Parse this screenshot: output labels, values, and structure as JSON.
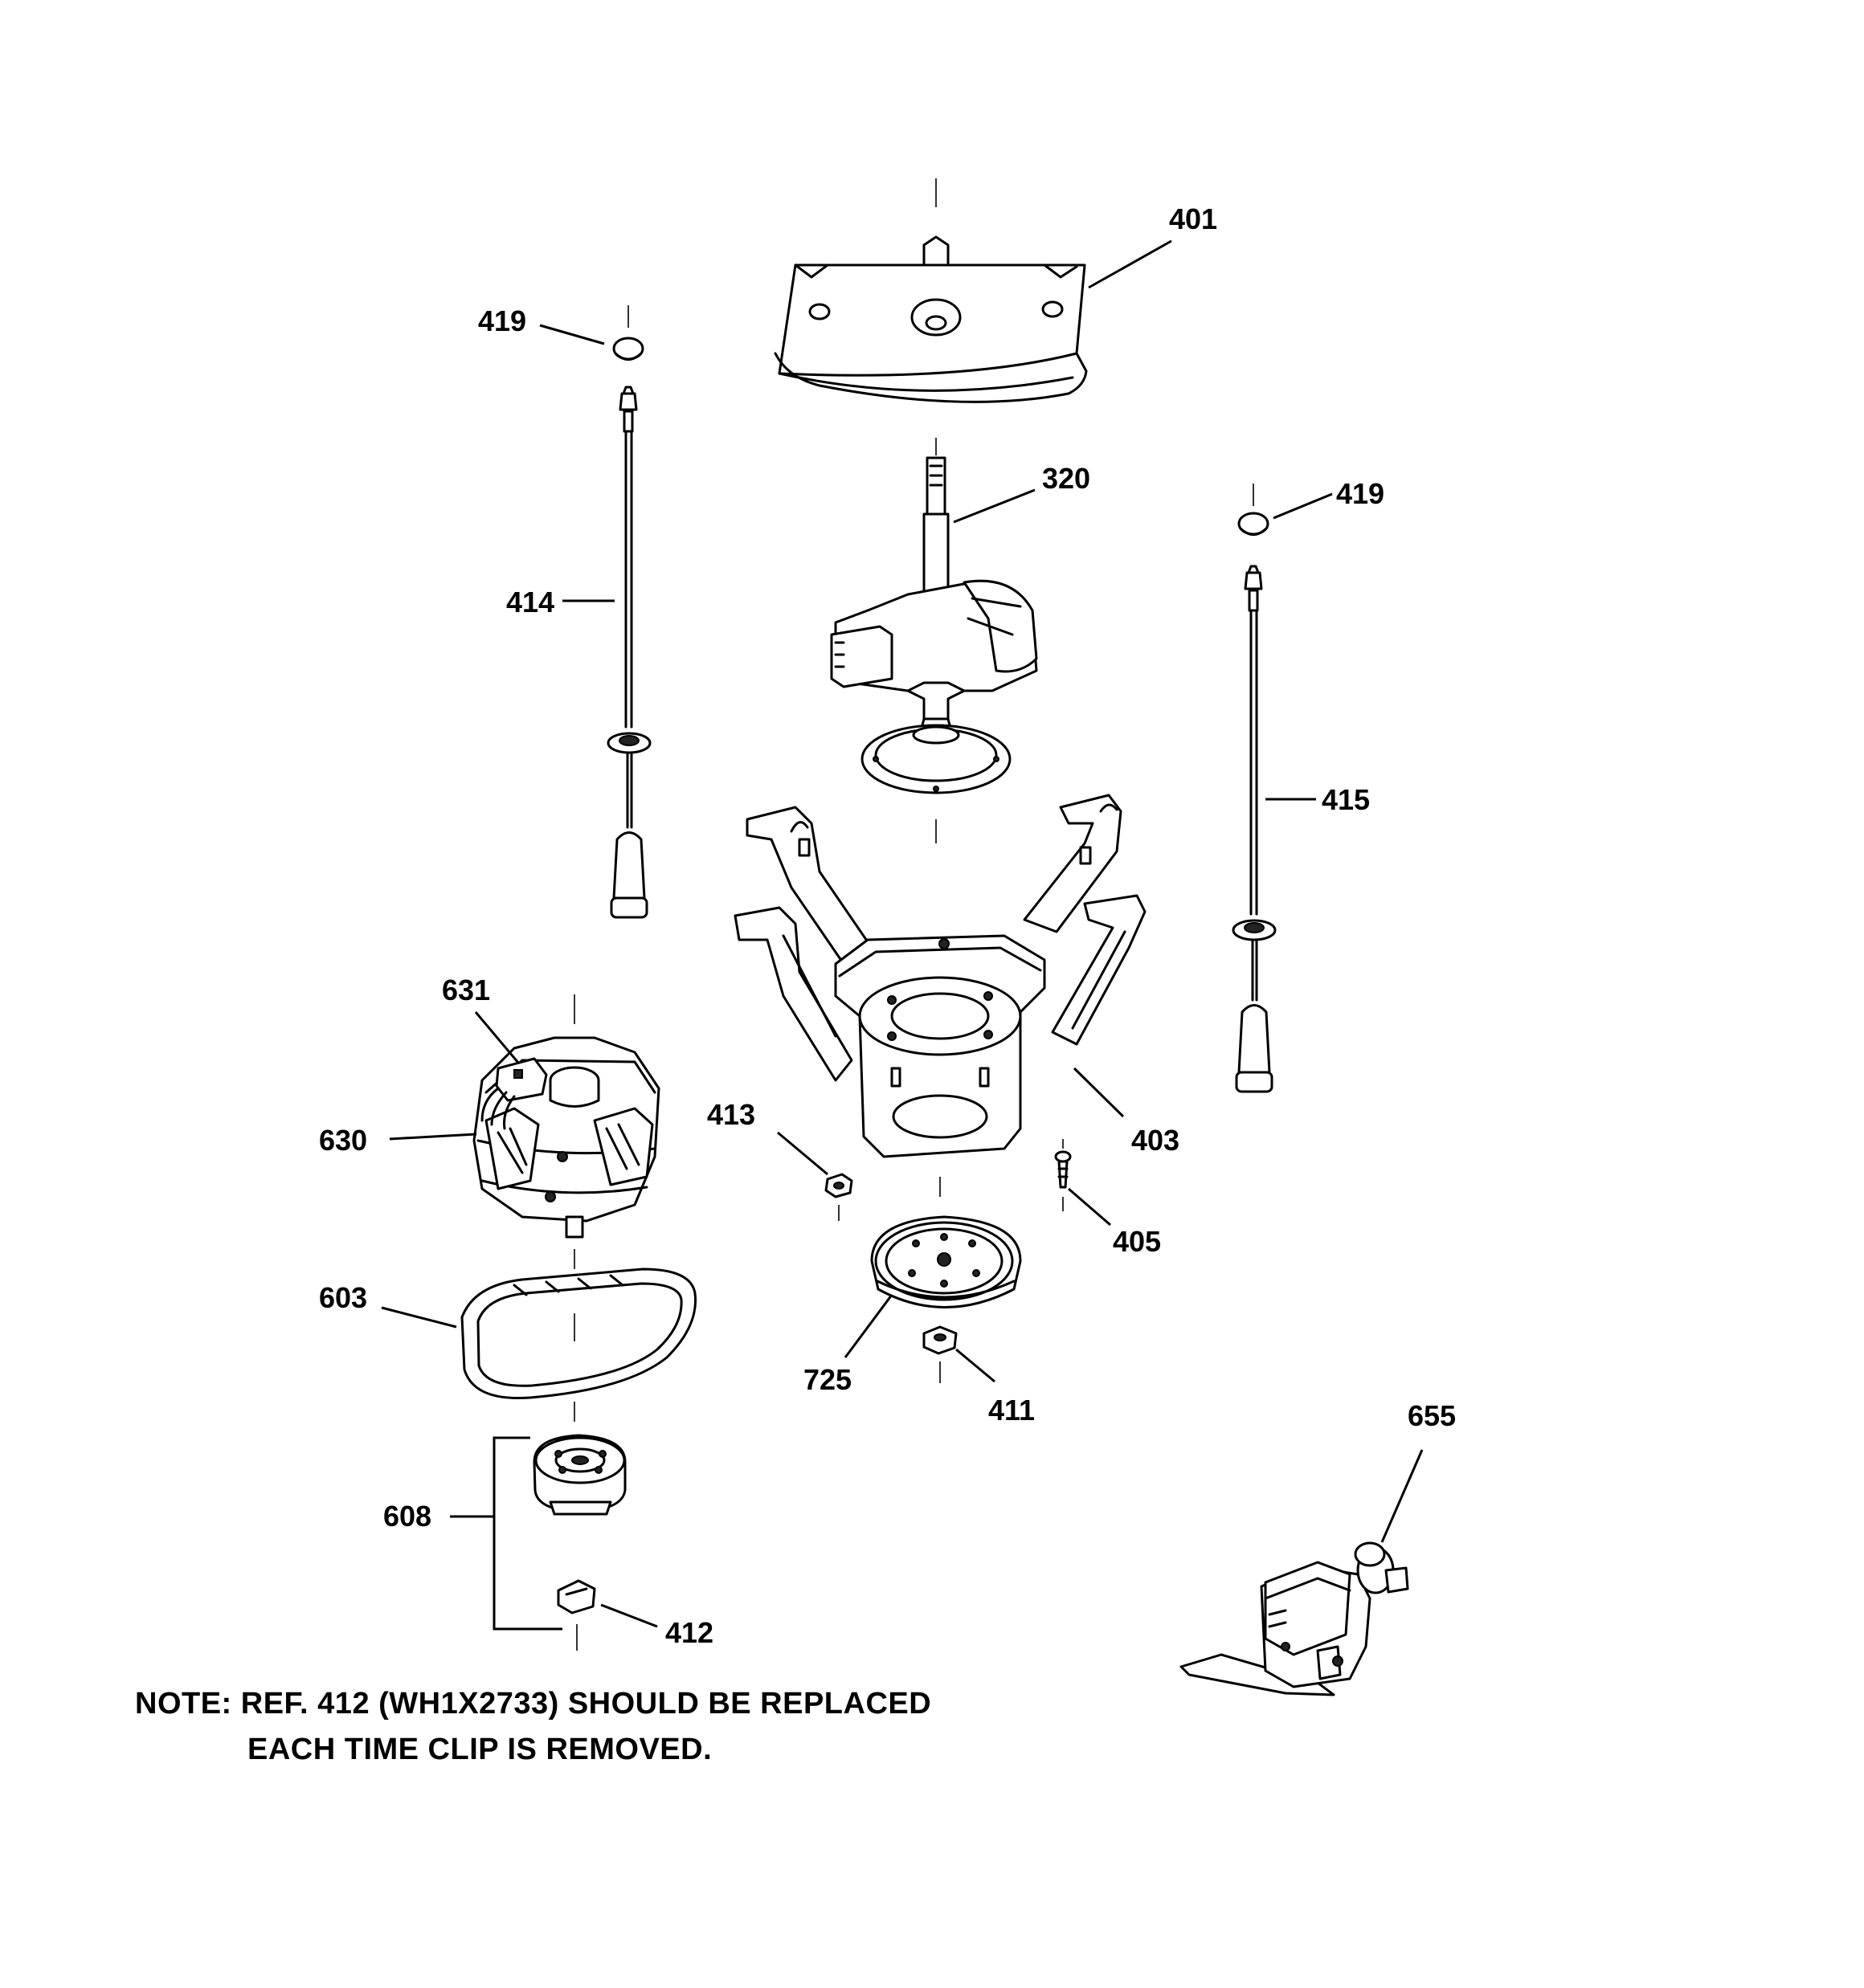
{
  "diagram": {
    "callouts": [
      {
        "ref": "401"
      },
      {
        "ref": "419"
      },
      {
        "ref": "320"
      },
      {
        "ref": "419"
      },
      {
        "ref": "414"
      },
      {
        "ref": "415"
      },
      {
        "ref": "631"
      },
      {
        "ref": "630"
      },
      {
        "ref": "413"
      },
      {
        "ref": "403"
      },
      {
        "ref": "405"
      },
      {
        "ref": "603"
      },
      {
        "ref": "725"
      },
      {
        "ref": "411"
      },
      {
        "ref": "655"
      },
      {
        "ref": "608"
      },
      {
        "ref": "412"
      }
    ],
    "note_line1": "NOTE: REF. 412 (WH1X2733) SHOULD BE REPLACED",
    "note_line2": "EACH TIME CLIP IS REMOVED."
  }
}
